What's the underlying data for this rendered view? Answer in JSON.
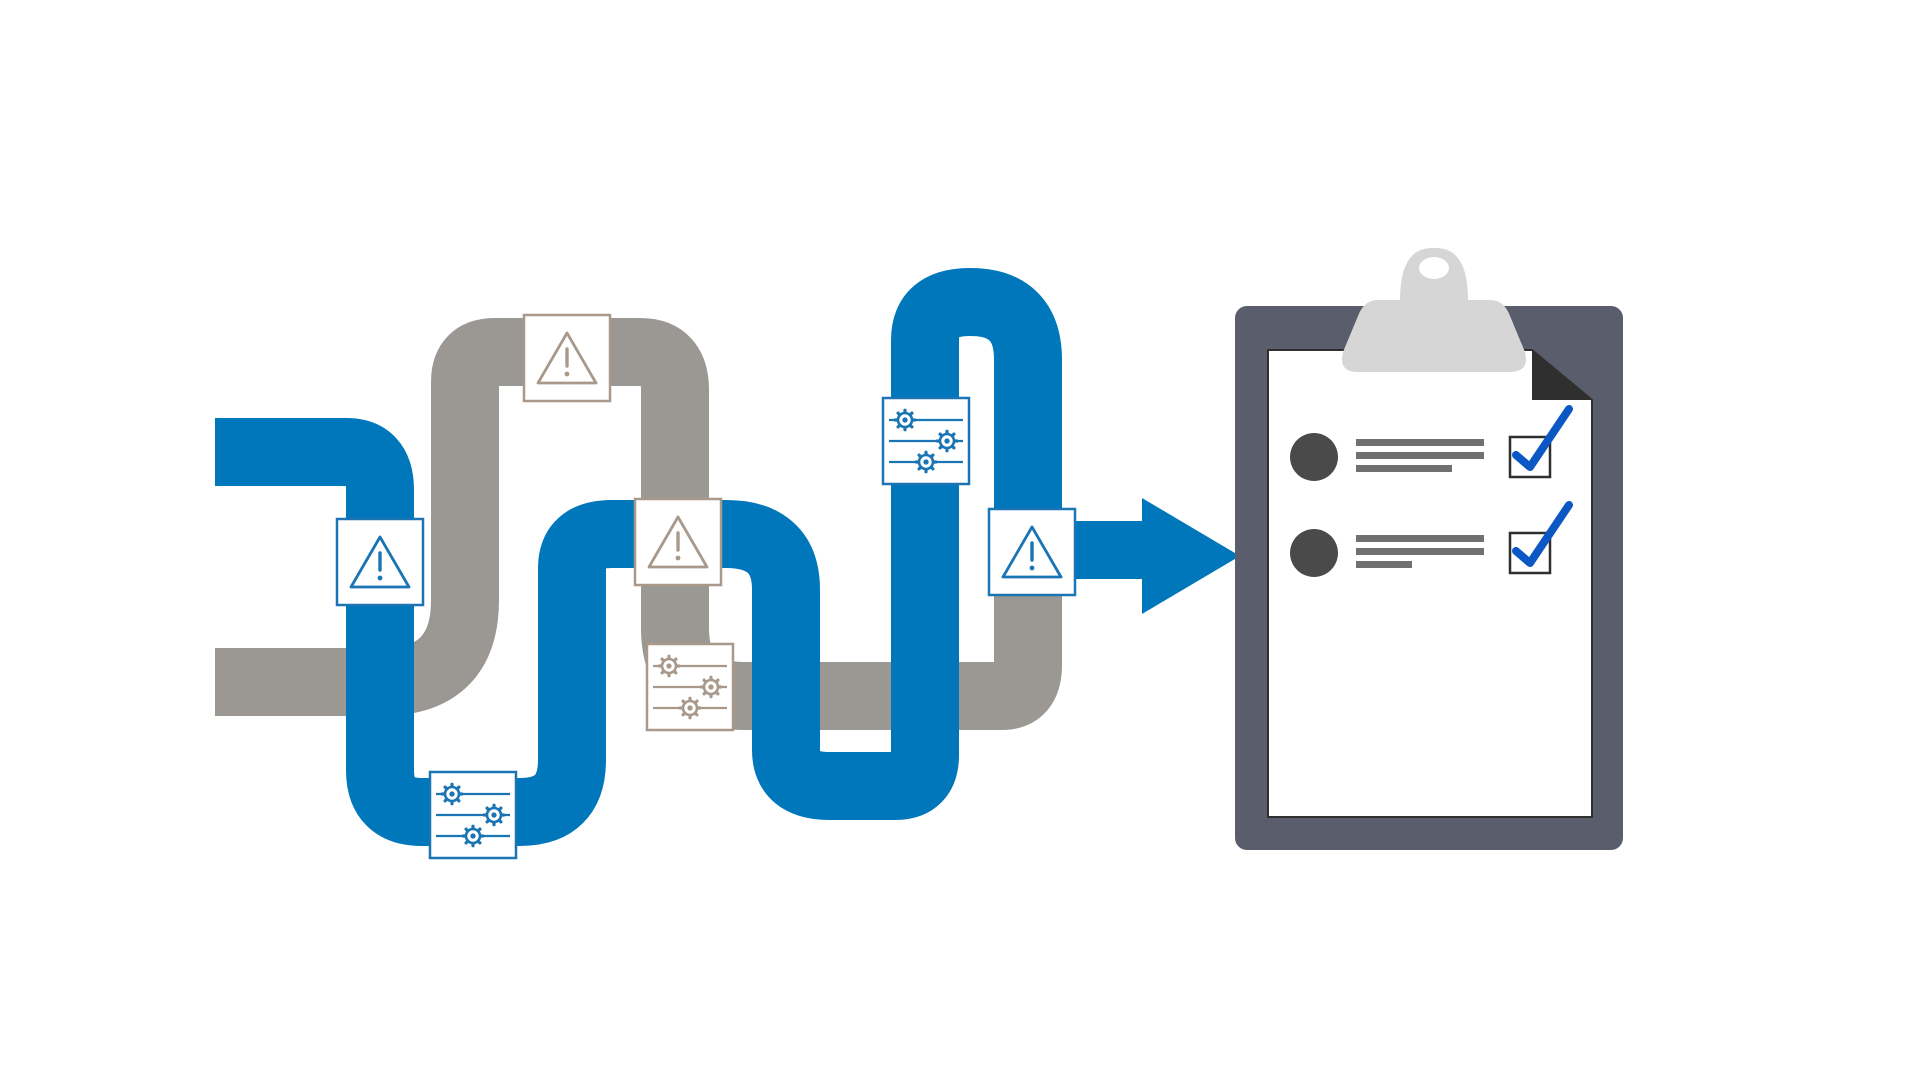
{
  "colors": {
    "background": "#ffffff",
    "blue_pipe": "#0077bb",
    "gray_pipe": "#9b9893",
    "icon_blue": "#1b74b3",
    "icon_tan": "#a8998a",
    "clipboard_frame": "#5a5d6c",
    "clipboard_clip": "#d6d6d6",
    "paper": "#ffffff",
    "bullet": "#4a4a4a",
    "text_line": "#707070",
    "checkmark": "#0b57c4",
    "page_corner": "#2f2f2f"
  },
  "icons": {
    "warning": "warning-triangle-icon",
    "settings": "gear-settings-icon",
    "checkbox": "checked-box-icon",
    "clipboard": "clipboard-icon",
    "arrow": "arrow-right-icon"
  },
  "blocks": [
    {
      "icon": "warning",
      "pipe": "blue"
    },
    {
      "icon": "warning",
      "pipe": "gray"
    },
    {
      "icon": "warning",
      "pipe": "gray"
    },
    {
      "icon": "settings",
      "pipe": "blue"
    },
    {
      "icon": "warning",
      "pipe": "blue"
    },
    {
      "icon": "settings",
      "pipe": "gray"
    },
    {
      "icon": "settings",
      "pipe": "blue"
    }
  ],
  "checklist": [
    {
      "checked": true
    },
    {
      "checked": true
    }
  ]
}
